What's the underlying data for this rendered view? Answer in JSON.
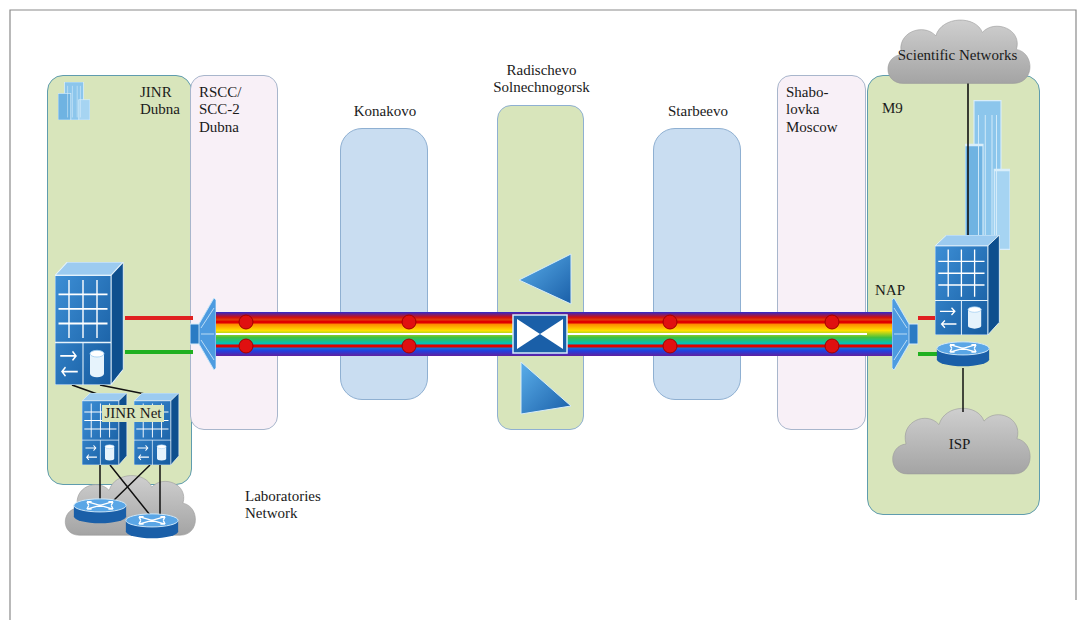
{
  "diagram": {
    "nodes": [
      {
        "text": [
          "JINR Dubna"
        ]
      },
      {
        "text": [
          "RSCC/ SCC-2 Dubna"
        ]
      },
      {
        "text": [
          "Konakovo"
        ]
      },
      {
        "text": [
          "Radischevo Solnechnogorsk"
        ]
      },
      {
        "text": [
          "Starbeevo"
        ]
      },
      {
        "text": [
          "Shabo- lovka Moscow"
        ]
      },
      {
        "text": [
          "M9"
        ]
      },
      {
        "text": [
          "Scientific Networks"
        ]
      },
      {
        "text": [
          "ISP"
        ],
        "in": 6
      },
      {
        "text": [
          "Laboratories Network"
        ]
      }
    ],
    "edges": [
      {
        "from": 0,
        "to": 6,
        "arrow": "none"
      },
      {
        "from": 7,
        "to": 6,
        "arrow": "none"
      }
    ],
    "labels": [
      "JINR Net",
      "NAP"
    ]
  }
}
